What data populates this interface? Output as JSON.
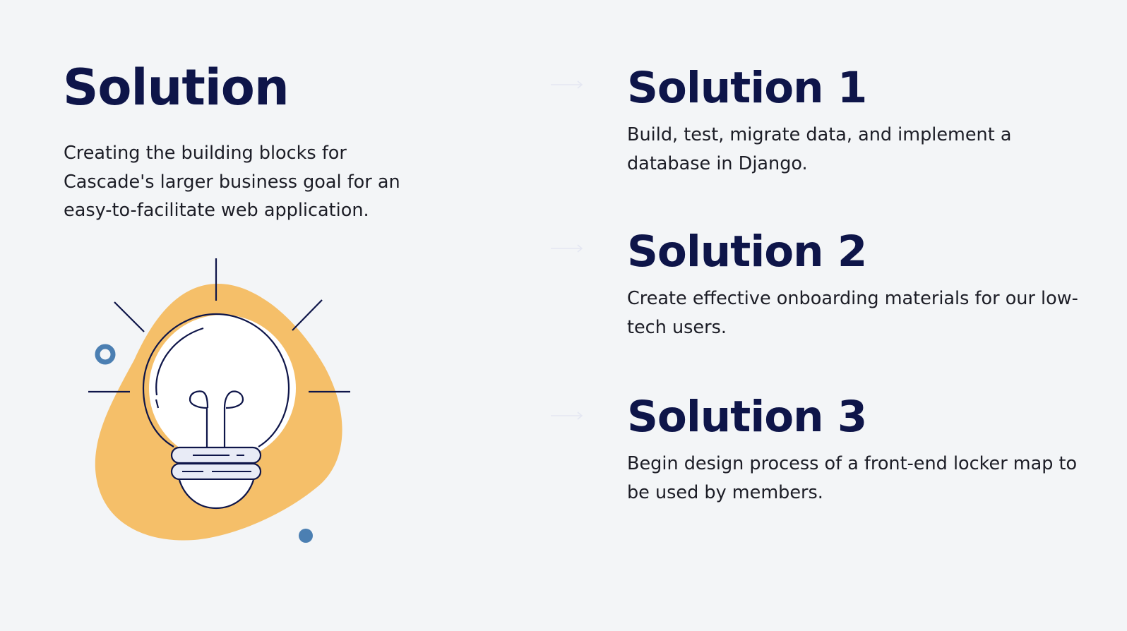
{
  "colors": {
    "background": "#f3f5f7",
    "heading": "#0e1549",
    "body_text": "#1c1d26",
    "accent_yellow": "#f5bf69",
    "accent_blue": "#4b7fb2"
  },
  "intro": {
    "title": "Solution",
    "description": "Creating the building blocks for Cascade's larger business goal for an easy-to-facilitate web application."
  },
  "illustration": {
    "icon": "lightbulb-icon"
  },
  "solutions": [
    {
      "title": "Solution 1",
      "description": "Build, test, migrate data, and implement a database in Django."
    },
    {
      "title": "Solution 2",
      "description": "Create effective onboarding materials for our low-tech users."
    },
    {
      "title": "Solution 3",
      "description": "Begin design process of a front-end locker map to be used by members."
    }
  ]
}
